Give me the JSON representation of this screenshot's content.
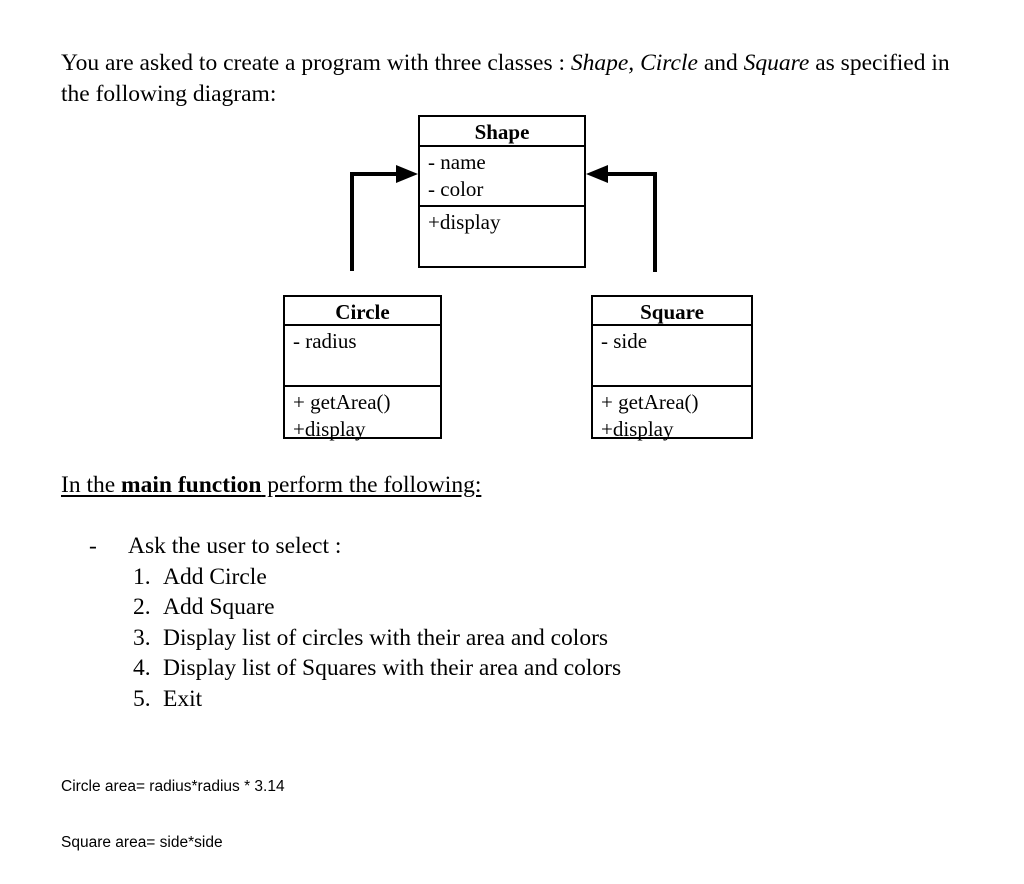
{
  "document": {
    "intro": {
      "prefix": "You are asked to create a program with three classes : ",
      "class_1": "Shape,",
      "class_2": "Circle",
      "conjunction": " and ",
      "class_3": "Square",
      "suffix": " as specified in the following diagram:"
    },
    "diagram": {
      "classes": [
        {
          "name": "Shape",
          "attributes": [
            "- name",
            "- color"
          ],
          "operations": [
            "+display"
          ]
        },
        {
          "name": "Circle",
          "attributes": [
            "- radius"
          ],
          "operations": [
            "+ getArea()",
            "+display"
          ]
        },
        {
          "name": "Square",
          "attributes": [
            "- side"
          ],
          "operations": [
            "+ getArea()",
            "+display"
          ]
        }
      ],
      "relations": [
        {
          "from": "Circle",
          "to": "Shape",
          "arrow": "inheritance-arrow-left"
        },
        {
          "from": "Square",
          "to": "Shape",
          "arrow": "inheritance-arrow-right"
        }
      ],
      "line_color": "#000000"
    },
    "main_function_heading": {
      "before": "In the ",
      "bold": "main function",
      "after": " perform the following:"
    },
    "task_bullet": {
      "marker": "-",
      "text": "Ask the user to select :"
    },
    "task_list": [
      {
        "num": "1.",
        "text": "Add Circle"
      },
      {
        "num": "2.",
        "text": "Add Square"
      },
      {
        "num": "3.",
        "text": "Display list of circles with their area and colors"
      },
      {
        "num": "4.",
        "text": "Display list of Squares with their area and colors"
      },
      {
        "num": "5.",
        "text": "Exit"
      }
    ],
    "formulas": [
      "Circle area= radius*radius * 3.14",
      "Square area= side*side"
    ]
  }
}
